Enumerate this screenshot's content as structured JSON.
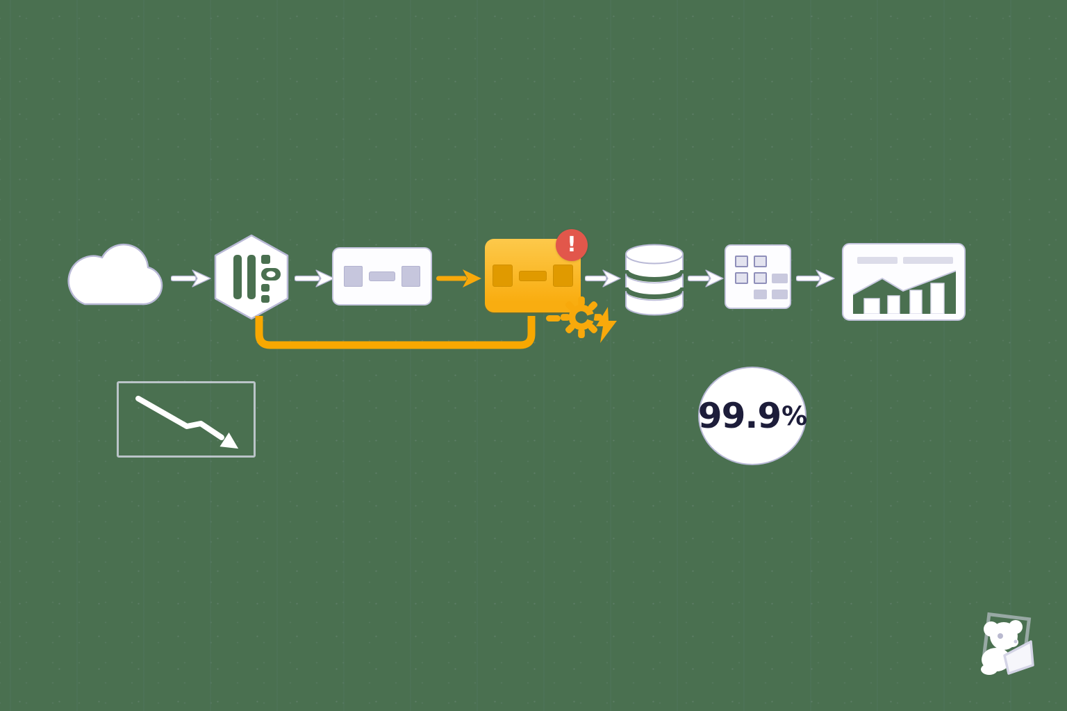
{
  "scene": {
    "background_color": "#4a7050",
    "kind": "data-pipeline-observability-illustration"
  },
  "palette": {
    "card_white": "#fdfdff",
    "outline_lavender": "#b9b9d6",
    "fill_lavender": "#c6c6dd",
    "accent_yellow": "#f9ad10",
    "accent_yellow_deep": "#e09a00",
    "connector_yellow": "#f8a801",
    "alert_red": "#e2574b",
    "text_navy": "#1d1d3a"
  },
  "pipeline": {
    "nodes": [
      {
        "key": "cloud",
        "label": "cloud data source"
      },
      {
        "key": "hexagon",
        "label": "stream processor"
      },
      {
        "key": "stage",
        "label": "pipeline stage"
      },
      {
        "key": "alert_stage",
        "label": "failing pipeline stage"
      },
      {
        "key": "database",
        "label": "database"
      },
      {
        "key": "table",
        "label": "data table"
      },
      {
        "key": "dashboard",
        "label": "dashboard chart"
      }
    ],
    "retry_loop": {
      "from": "alert_stage",
      "to": "hexagon"
    }
  },
  "alert": {
    "badge_text": "!"
  },
  "uptime": {
    "value": "99.9",
    "unit": "%"
  },
  "decorations": [
    {
      "key": "trend_down_card",
      "label": "declining trend chart"
    },
    {
      "key": "gear",
      "label": "processing gear"
    },
    {
      "key": "lightning",
      "label": "error spark"
    },
    {
      "key": "mascot",
      "label": "dog mascot"
    }
  ]
}
